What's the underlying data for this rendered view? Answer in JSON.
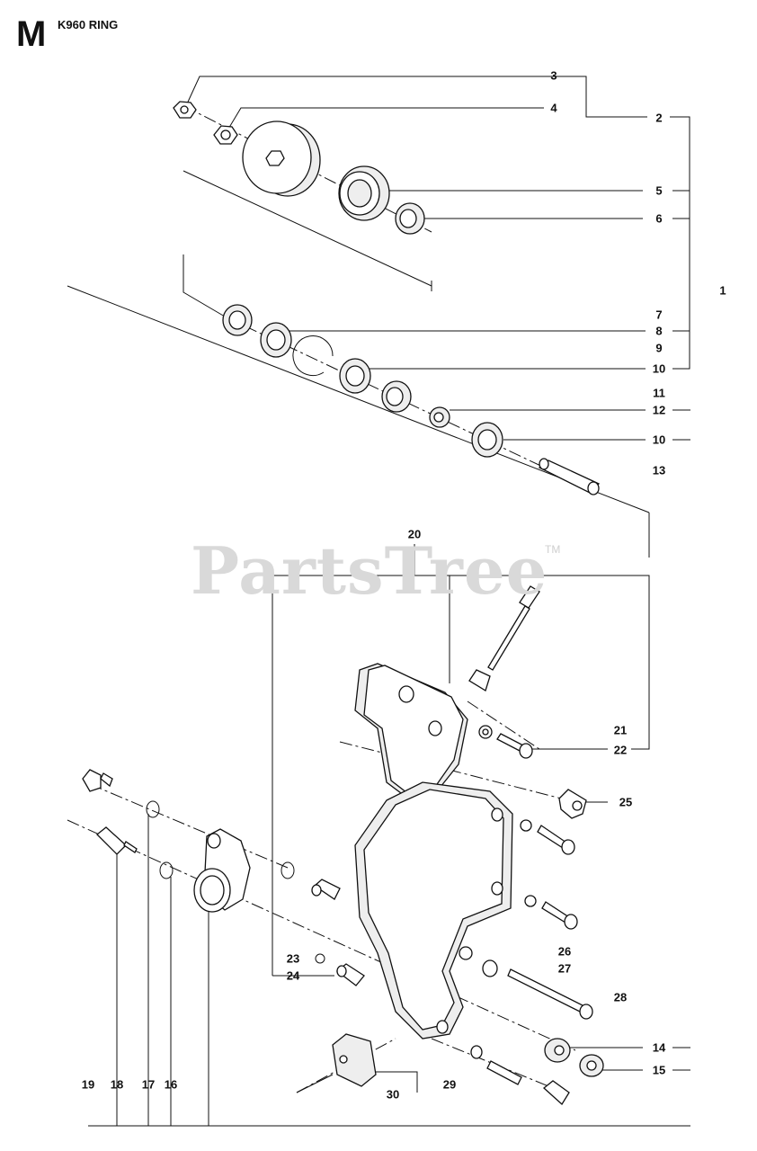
{
  "header": {
    "section_letter": "M",
    "model_name": "K960 RING"
  },
  "watermark": {
    "text": "PartsTree",
    "trademark": "TM"
  },
  "callouts": [
    {
      "id": "c3",
      "text": "3"
    },
    {
      "id": "c4",
      "text": "4"
    },
    {
      "id": "c2",
      "text": "2"
    },
    {
      "id": "c5",
      "text": "5"
    },
    {
      "id": "c6",
      "text": "6"
    },
    {
      "id": "c1",
      "text": "1"
    },
    {
      "id": "c7",
      "text": "7"
    },
    {
      "id": "c8",
      "text": "8"
    },
    {
      "id": "c9",
      "text": "9"
    },
    {
      "id": "c10a",
      "text": "10"
    },
    {
      "id": "c11",
      "text": "11"
    },
    {
      "id": "c12",
      "text": "12"
    },
    {
      "id": "c10b",
      "text": "10"
    },
    {
      "id": "c13",
      "text": "13"
    },
    {
      "id": "c20",
      "text": "20"
    },
    {
      "id": "c21",
      "text": "21"
    },
    {
      "id": "c22",
      "text": "22"
    },
    {
      "id": "c25",
      "text": "25"
    },
    {
      "id": "c26",
      "text": "26"
    },
    {
      "id": "c27",
      "text": "27"
    },
    {
      "id": "c28",
      "text": "28"
    },
    {
      "id": "c23",
      "text": "23"
    },
    {
      "id": "c24",
      "text": "24"
    },
    {
      "id": "c14",
      "text": "14"
    },
    {
      "id": "c15",
      "text": "15"
    },
    {
      "id": "c19",
      "text": "19"
    },
    {
      "id": "c18",
      "text": "18"
    },
    {
      "id": "c17",
      "text": "17"
    },
    {
      "id": "c16",
      "text": "16"
    },
    {
      "id": "c30",
      "text": "30"
    },
    {
      "id": "c29",
      "text": "29"
    }
  ]
}
